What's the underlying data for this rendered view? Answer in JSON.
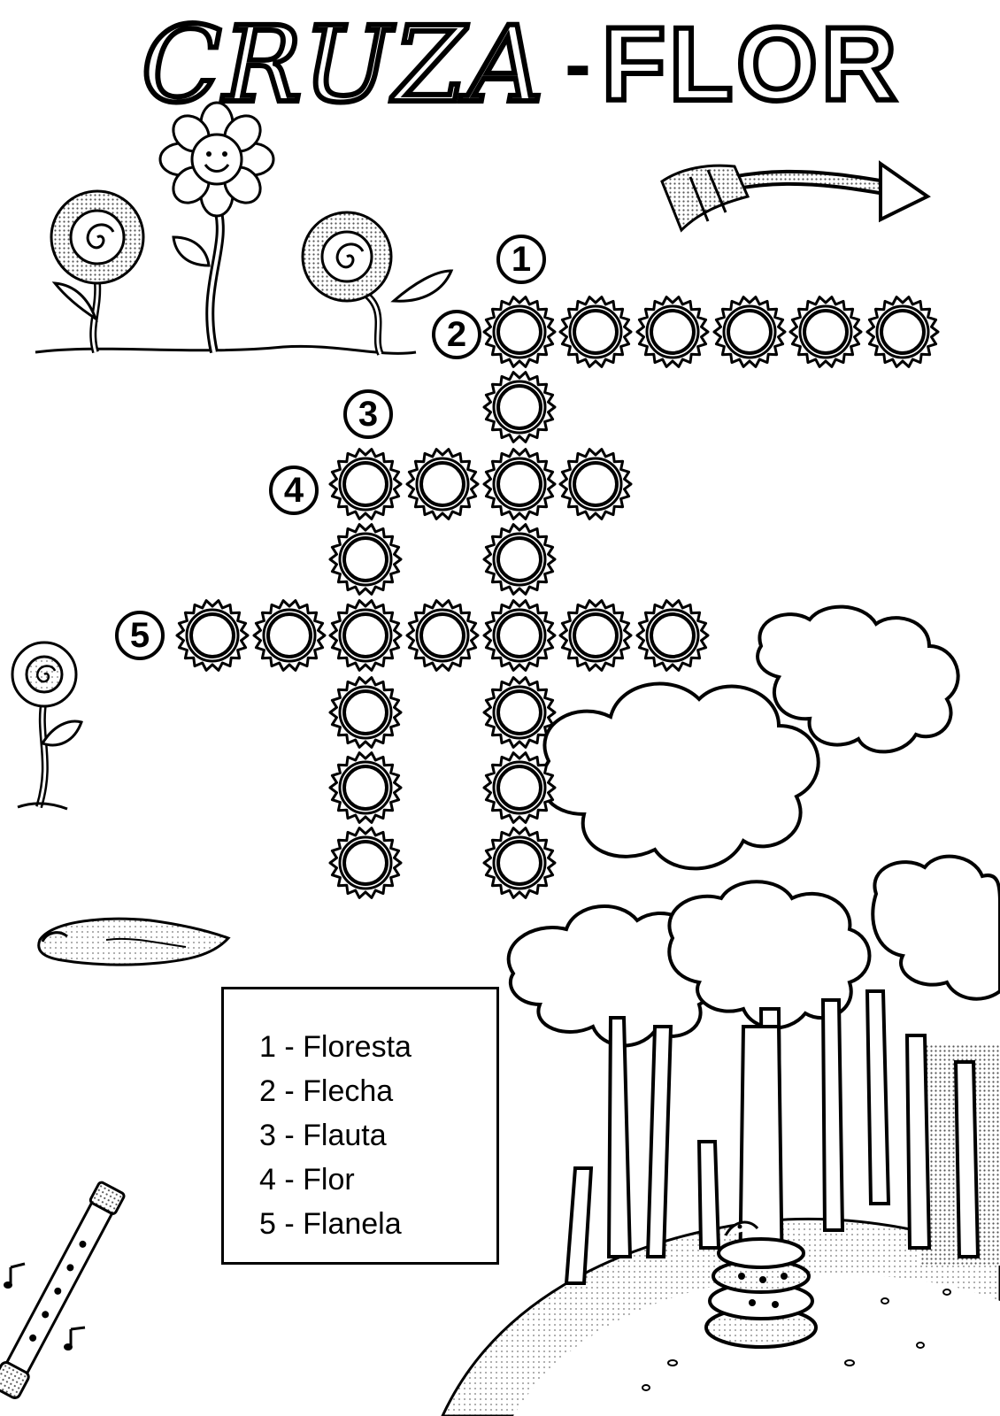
{
  "title": {
    "left": "CRUZA",
    "dash": "-",
    "right": "FLOR"
  },
  "clue_numbers": [
    "1",
    "2",
    "3",
    "4",
    "5"
  ],
  "answers": [
    "1 - Floresta",
    "2 - Flecha",
    "3 - Flauta",
    "4 - Flor",
    "5 - Flanela"
  ],
  "icons": [
    "smiling-flower-icon",
    "spiral-flower-icon",
    "arrow-icon",
    "flute-icon",
    "flannel-cloth-icon",
    "forest-icon",
    "snake-icon",
    "music-note-icon"
  ],
  "colors": {
    "ink": "#000000",
    "paper": "#ffffff",
    "shade": "#bdbdbd"
  }
}
